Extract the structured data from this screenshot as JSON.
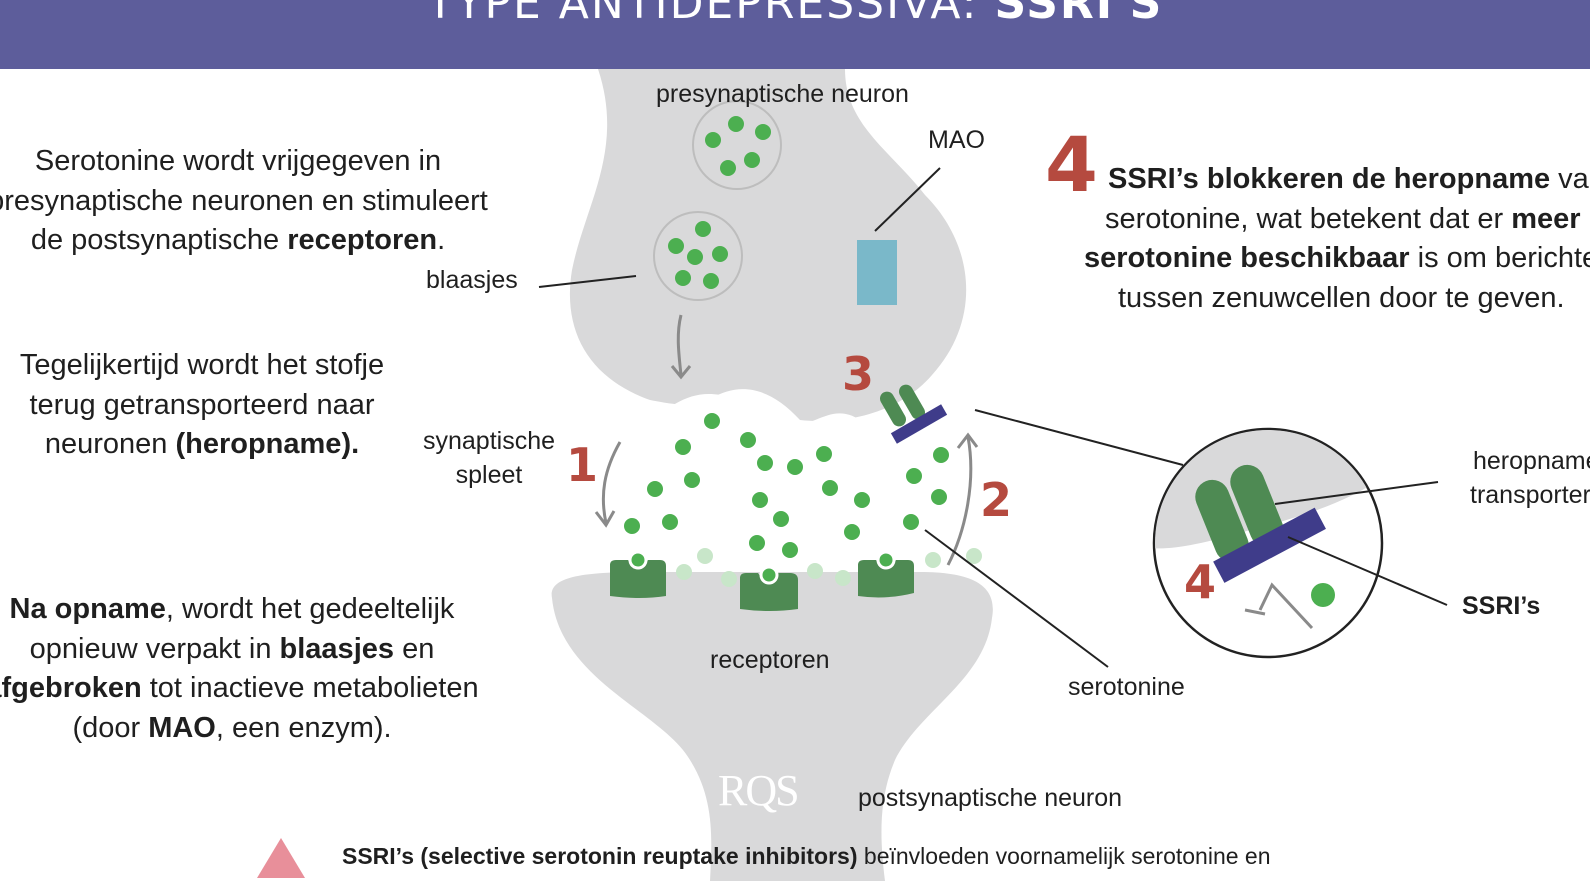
{
  "header": {
    "title_prefix": "TYPE ANTIDEPRESSIVA: ",
    "title_bold": "SSRI'S"
  },
  "left_text": {
    "p1_line1": "Serotonine wordt vrijgegeven in",
    "p1_line2": "presynaptische neuronen en stimuleert",
    "p1_line3_prefix": "de postsynaptische ",
    "p1_line3_bold": "receptoren",
    "p1_line3_suffix": ".",
    "p2_line1": "Tegelijkertijd wordt het stofje",
    "p2_line2": "terug getransporteerd naar",
    "p2_line3_prefix": "neuronen ",
    "p2_line3_bold": "(heropname).",
    "p3_line1_bold": "Na opname",
    "p3_line1_suffix": ", wordt het gedeeltelijk",
    "p3_line2_prefix": "opnieuw verpakt in ",
    "p3_line2_bold": "blaasjes",
    "p3_line2_suffix": " en",
    "p3_line3_bold": "afgebroken",
    "p3_line3_suffix": " tot inactieve metabolieten",
    "p3_line4_prefix": "(door ",
    "p3_line4_bold": "MAO",
    "p3_line4_suffix": ", een enzym)."
  },
  "right_text": {
    "number": "4",
    "line1_bold": "SSRI’s blokkeren de heropname",
    "line1_suffix": " van",
    "line2_prefix": "serotonine, wat betekent dat er ",
    "line2_bold": "meer",
    "line3_bold": "serotonine beschikbaar",
    "line3_suffix": " is om berichten",
    "line4": "tussen zenuwcellen door te geven."
  },
  "labels": {
    "presynaptic": "presynaptische neuron",
    "mao": "MAO",
    "vesicles": "blaasjes",
    "cleft_line1": "synaptische",
    "cleft_line2": "spleet",
    "receptors": "receptoren",
    "serotonin": "serotonine",
    "postsynaptic": "postsynaptische neuron",
    "transporter_line1": "heropname-",
    "transporter_line2": "transporter",
    "ssris": "SSRI’s"
  },
  "step_numbers": {
    "one": "1",
    "two": "2",
    "three": "3",
    "four_zoom": "4"
  },
  "logo": "RQS",
  "footer": {
    "bold": "SSRI’s (selective serotonin reuptake inhibitors)",
    "rest": " beïnvloeden voornamelijk serotonine en"
  },
  "colors": {
    "header_band": "#5d5d9b",
    "neuron": "#d9d9da",
    "serotonin": "#4caf50",
    "serotonin_faded": "#c8e6c9",
    "receptor": "#4e8a53",
    "ssri_blocker": "#3f3c8a",
    "mao": "#7ab8c9",
    "number_accent": "#b54a3f",
    "warning": "#e88f9a"
  }
}
